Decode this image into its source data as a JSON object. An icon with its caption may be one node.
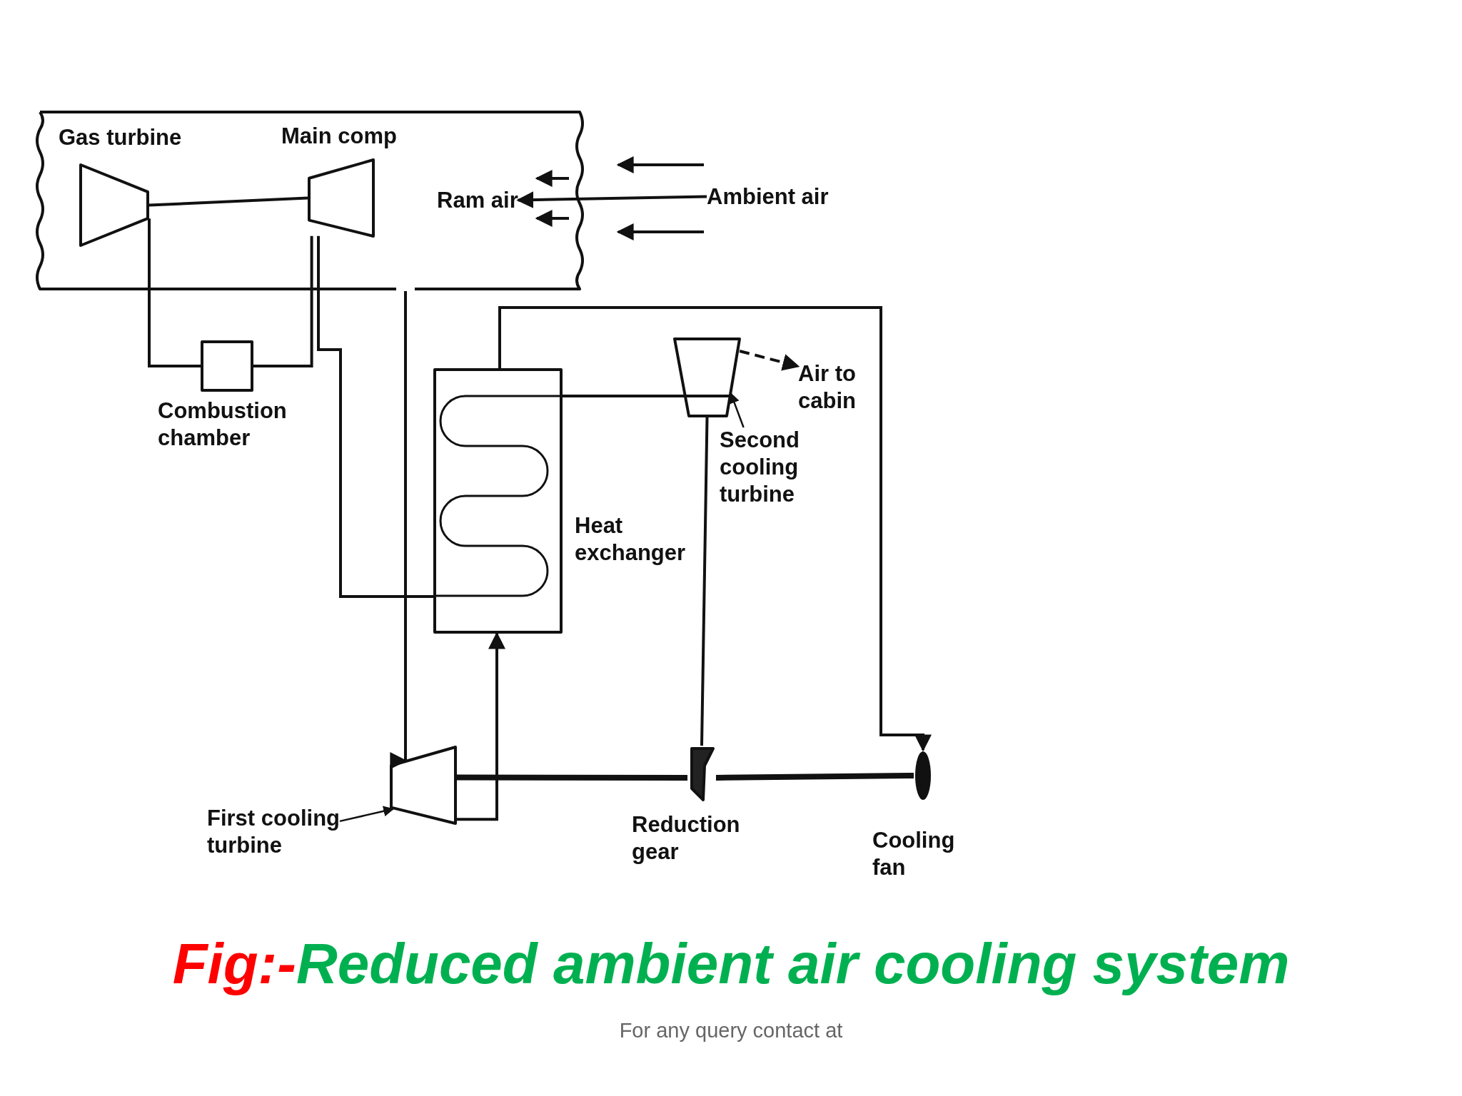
{
  "diagram": {
    "caption": "Fig:-Reduced ambient air cooling system",
    "nodes": [
      {
        "text": [],
        "shape": "box"
      },
      {
        "text": [
          "Gas turbine"
        ],
        "in": 0
      },
      {
        "text": [
          "Main comp"
        ],
        "in": 0
      },
      {
        "text": [
          "Ram air"
        ],
        "in": 0
      },
      {
        "text": [
          "Ambient air"
        ]
      },
      {
        "text": [
          "Combustion chamber"
        ]
      },
      {
        "text": [
          "Heat exchanger"
        ]
      },
      {
        "text": [],
        "shape": "trapezoid"
      },
      {
        "text": [
          "Second cooling turbine"
        ]
      },
      {
        "text": [
          "Air to cabin"
        ]
      },
      {
        "text": [],
        "shape": "trapezoid"
      },
      {
        "text": [
          "First cooling turbine"
        ]
      },
      {
        "text": [
          "Reduction gear"
        ]
      },
      {
        "text": [
          "Cooling fan"
        ]
      }
    ],
    "edges": [
      {
        "from": 4,
        "to": 3,
        "arrow": "to"
      },
      {
        "from": 1,
        "to": 2,
        "arrow": "none"
      },
      {
        "from": 2,
        "to": 5,
        "arrow": "none"
      },
      {
        "from": 5,
        "to": 1,
        "arrow": "none"
      },
      {
        "from": 2,
        "to": 6,
        "arrow": "none"
      },
      {
        "from": 0,
        "to": 10,
        "arrow": "to"
      },
      {
        "from": 10,
        "to": 6,
        "arrow": "to"
      },
      {
        "from": 6,
        "to": 13,
        "arrow": "to"
      },
      {
        "from": 6,
        "to": 7,
        "arrow": "none"
      },
      {
        "from": 7,
        "to": 9,
        "arrow": "to",
        "style": "dashed"
      },
      {
        "from": 7,
        "to": 12,
        "arrow": "none"
      },
      {
        "from": 10,
        "to": 12,
        "arrow": "none",
        "style": "thick"
      },
      {
        "from": 12,
        "to": 13,
        "arrow": "none",
        "style": "thick"
      },
      {
        "from": 8,
        "to": 7,
        "arrow": "to"
      },
      {
        "from": 11,
        "to": 10,
        "arrow": "to"
      }
    ],
    "labels": [
      "For any query contact at"
    ]
  }
}
